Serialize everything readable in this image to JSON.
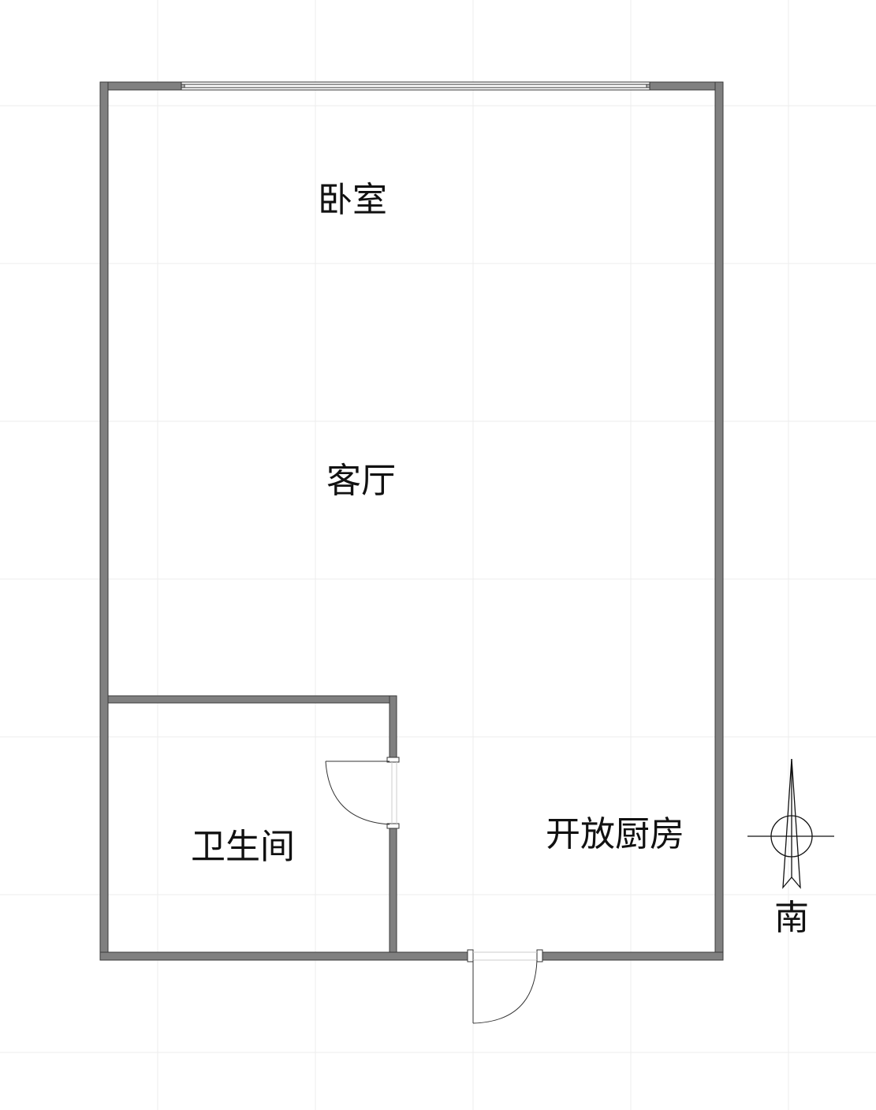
{
  "plan": {
    "type": "floor-plan",
    "wall_color": "#808080",
    "wall_outline": "#3a3a3a",
    "grid_color": "#ececec"
  },
  "rooms": [
    {
      "id": "bedroom",
      "label": "卧室"
    },
    {
      "id": "living-room",
      "label": "客厅"
    },
    {
      "id": "bathroom",
      "label": "卫生间"
    },
    {
      "id": "open-kitchen",
      "label": "开放厨房"
    }
  ],
  "compass": {
    "direction_label": "南"
  }
}
